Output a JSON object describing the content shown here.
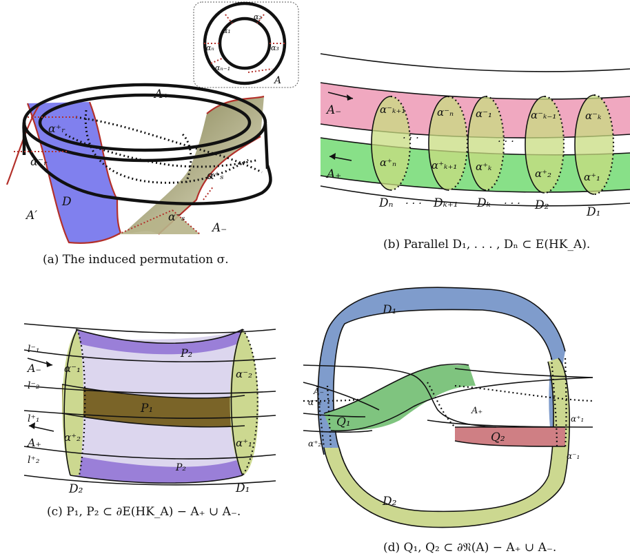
{
  "panel_a": {
    "caption": "(a) The induced permutation σ.",
    "labels": {
      "a_plus": "A₊",
      "a_minus": "A₋",
      "a_prime": "A′",
      "d": "D",
      "alpha_r_plus": "α⁺ᵣ",
      "alpha_r_minus": "α⁻ᵣ",
      "alpha_s_plus": "α⁺ₛ",
      "alpha_s_minus": "α⁻ₛ"
    },
    "inset": {
      "alpha_1": "α₁",
      "alpha_2": "α₂",
      "alpha_3": "α₃",
      "alpha_n": "αₙ",
      "alpha_n_minus_1": "αₙ₋₁",
      "a": "A"
    }
  },
  "panel_b": {
    "caption": "(b) Parallel D₁, . . . , Dₙ ⊂ E(HK_A).",
    "a_minus": "A₋",
    "a_plus": "A₊",
    "top_row": [
      "α⁻ₖ₊₁",
      "α⁻ₙ",
      "α⁻₁",
      "α⁻ₖ₋₁",
      "α⁻ₖ"
    ],
    "bottom_row": [
      "α⁺ₙ",
      "α⁺ₖ₊₁",
      "α⁺ₖ",
      "α⁺₂",
      "α⁺₁"
    ],
    "disks": [
      "Dₙ",
      "Dₖ₊₁",
      "Dₖ",
      "D₂",
      "D₁"
    ],
    "ellipsis": "· · ·"
  },
  "panel_c": {
    "caption": "(c) P₁, P₂ ⊂ ∂E(HK_A) − A₊ ∪ A₋.",
    "labels": {
      "l1_minus": "l⁻₁",
      "a_minus": "A₋",
      "l2_minus": "l⁻₂",
      "l1_plus": "l⁺₁",
      "a_plus": "A₊",
      "l2_plus": "l⁺₂",
      "p1": "P₁",
      "p2_top": "P₂",
      "p2_bottom": "P₂",
      "alpha1_minus": "α⁻₁",
      "alpha2_plus": "α⁺₂",
      "alpha2_minus": "α⁻₂",
      "alpha1_plus": "α⁺₁",
      "d1": "D₁",
      "d2": "D₂"
    }
  },
  "panel_d": {
    "caption": "(d) Q₁, Q₂ ⊂ ∂𝔑(A) − A₊ ∪ A₋.",
    "labels": {
      "d1": "D₁",
      "d2": "D₂",
      "q1": "Q₁",
      "q2": "Q₂",
      "a_minus": "A₋",
      "a_plus": "A₊",
      "alpha2_minus": "α⁻₂",
      "alpha2_plus": "α⁺₂",
      "alpha1_plus": "α⁺₁",
      "alpha1_minus": "α⁻₁"
    }
  },
  "colors": {
    "blue_violet": "#8080ee",
    "olive": "#b7b48a",
    "pink": "#f0a8c0",
    "green": "#88e088",
    "yellow_green": "#ccd890",
    "lavender": "#dcd6ee",
    "purple": "#9a7fd8",
    "brown": "#7a6428",
    "steel_blue": "#7f9ccc",
    "q_green": "#7fc47f",
    "q_red": "#cf7f84",
    "red_stroke": "#b3302a"
  }
}
